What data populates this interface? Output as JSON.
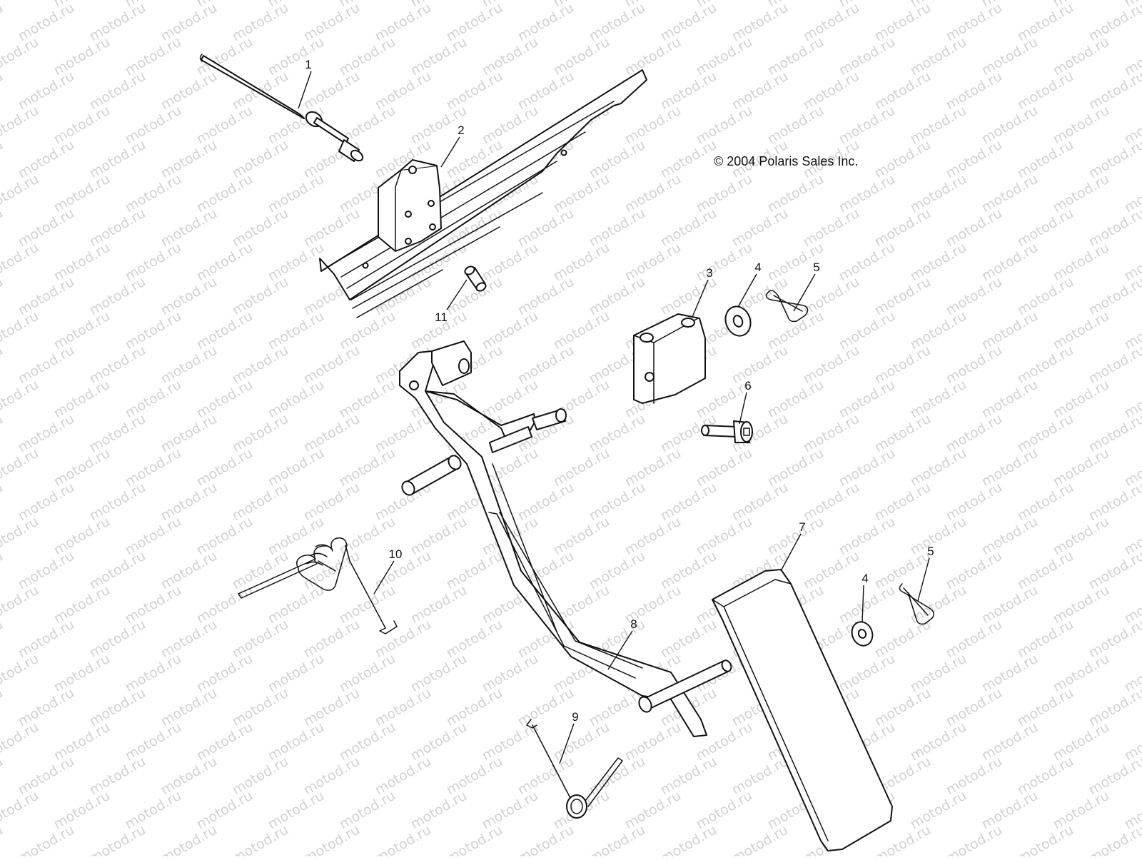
{
  "copyright": "© 2004 Polaris Sales Inc.",
  "watermark": "motod.ru",
  "callouts": [
    {
      "id": "1",
      "label": "1"
    },
    {
      "id": "2",
      "label": "2"
    },
    {
      "id": "3",
      "label": "3"
    },
    {
      "id": "4a",
      "label": "4"
    },
    {
      "id": "5a",
      "label": "5"
    },
    {
      "id": "6",
      "label": "6"
    },
    {
      "id": "7",
      "label": "7"
    },
    {
      "id": "8",
      "label": "8"
    },
    {
      "id": "9",
      "label": "9"
    },
    {
      "id": "10",
      "label": "10"
    },
    {
      "id": "11",
      "label": "11"
    },
    {
      "id": "4b",
      "label": "4"
    },
    {
      "id": "5b",
      "label": "5"
    }
  ],
  "colors": {
    "line": "#111111",
    "watermark": "#d2d2d2",
    "background": "#ffffff"
  }
}
